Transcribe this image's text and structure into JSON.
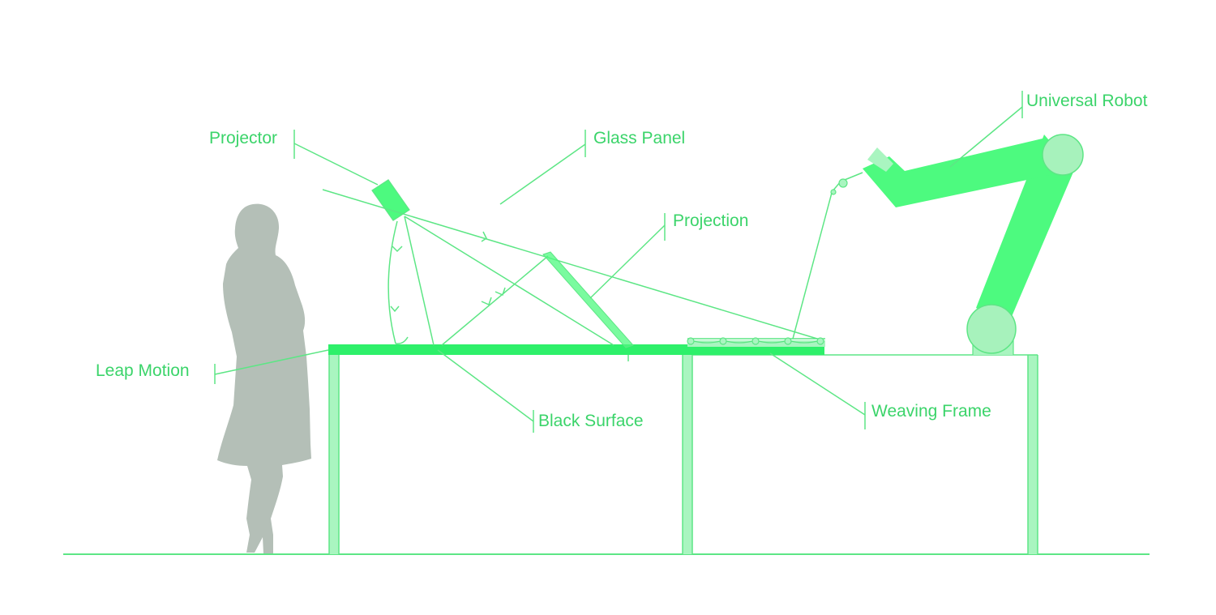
{
  "labels": {
    "projector": "Projector",
    "glass_panel": "Glass Panel",
    "projection": "Projection",
    "universal_robot": "Universal Robot",
    "leap_motion": "Leap Motion",
    "black_surface": "Black Surface",
    "weaving_frame": "Weaving Frame"
  },
  "colors": {
    "line": "#5de685",
    "fill": "#4dfa7f",
    "bright": "#2ef06a",
    "light_fill": "#a9f5c0",
    "joint_fill": "#a7f2bc",
    "text": "#3bd46a",
    "silhouette": "#b4bfb7",
    "background": "#ffffff"
  }
}
